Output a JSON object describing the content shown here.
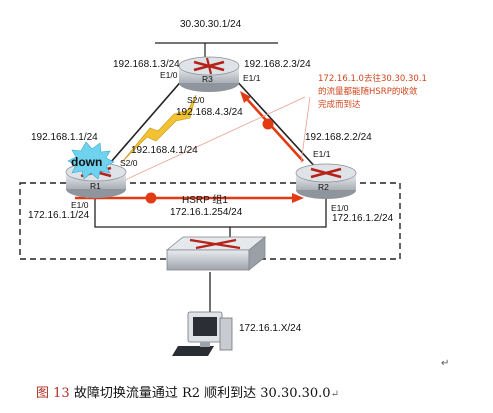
{
  "figure": {
    "top_network": "30.30.30.1/24",
    "routers": {
      "r3": {
        "name": "R3",
        "if_left": "E1/0",
        "if_right": "E1/1",
        "if_serial": "S2/0",
        "ip_left": "192.168.1.3/24",
        "ip_right": "192.168.2.3/24",
        "ip_serial": "192.168.4.3/24"
      },
      "r1": {
        "name": "R1",
        "if_serial": "S2/0",
        "if_lan": "E1/0",
        "ip_up": "192.168.1.1/24",
        "ip_serial": "192.168.4.1/24",
        "ip_lan": "172.16.1.1/24",
        "status": "down"
      },
      "r2": {
        "name": "R2",
        "if_up": "E1/1",
        "if_lan": "E1/0",
        "ip_up": "192.168.2.2/24",
        "ip_lan": "172.16.1.2/24"
      }
    },
    "hsrp": {
      "label": "HSRP 组1",
      "vip": "172.16.1.254/24"
    },
    "pc_ip": "172.16.1.X/24",
    "note_lines": [
      "172.16.1.0去往30.30.30.1",
      "的流量都能随HSRP的收敛",
      "完成而到达"
    ],
    "return_mark": "↵"
  },
  "caption": {
    "number": "图 13",
    "text": "故障切换流量通过 R2 顺利到达 30.30.30.0",
    "mark": "↵"
  },
  "colors": {
    "arrow": "#e23b14",
    "lightning": "#f2c232",
    "note": "#d0451b",
    "router_body": "#cfd3d8"
  }
}
